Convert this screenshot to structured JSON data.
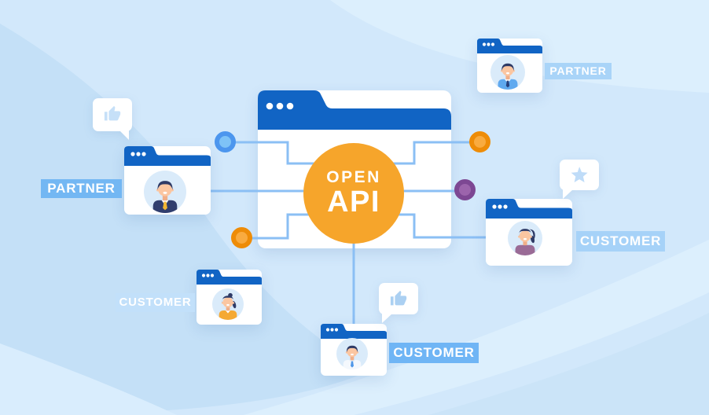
{
  "background": {
    "base_color": "#D2E8FB",
    "wave_dark": "#C4E0F7",
    "wave_light": "#DCEFFD"
  },
  "api_hub": {
    "title_line1": "OPEN",
    "title_line2": "API",
    "circle_color": "#F6A52B",
    "window_header_color": "#1164C4"
  },
  "connections": {
    "line_color": "#8BBFF4",
    "ports": [
      {
        "id": "port-top-left",
        "ring_color": "#4C96EE",
        "core_color": "#7EC3F7"
      },
      {
        "id": "port-top-right",
        "ring_color": "#EE8C07",
        "core_color": "#F9AB3F"
      },
      {
        "id": "port-middle-right",
        "ring_color": "#7D4793",
        "core_color": "#9C64AC"
      },
      {
        "id": "port-bottom-left",
        "ring_color": "#EE8C07",
        "core_color": "#F9AB3F"
      }
    ]
  },
  "nodes": [
    {
      "id": "partner-left",
      "label": "PARTNER",
      "label_color": "#73B7F3",
      "persona": "male-navy-suit-yellow-tie"
    },
    {
      "id": "partner-top-right",
      "label": "PARTNER",
      "label_color": "#A9D4F8",
      "persona": "male-blue-shirt-navy-tie"
    },
    {
      "id": "customer-right",
      "label": "CUSTOMER",
      "label_color": "#A6D2F8",
      "persona": "female-purple-top"
    },
    {
      "id": "customer-bottom-left",
      "label": "CUSTOMER",
      "label_color": "#C2E0FA",
      "persona": "female-orange-top"
    },
    {
      "id": "customer-bottom-center",
      "label": "CUSTOMER",
      "label_color": "#6FB5F5",
      "persona": "male-white-coat-blue-tie"
    }
  ],
  "bubbles": [
    {
      "id": "bubble-like-top-left",
      "icon": "thumbs-up-icon",
      "icon_color": "#C6E0F8"
    },
    {
      "id": "bubble-star-right",
      "icon": "star-icon",
      "icon_color": "#BFDCF8"
    },
    {
      "id": "bubble-like-bottom",
      "icon": "thumbs-up-icon",
      "icon_color": "#ABD0F2"
    }
  ]
}
